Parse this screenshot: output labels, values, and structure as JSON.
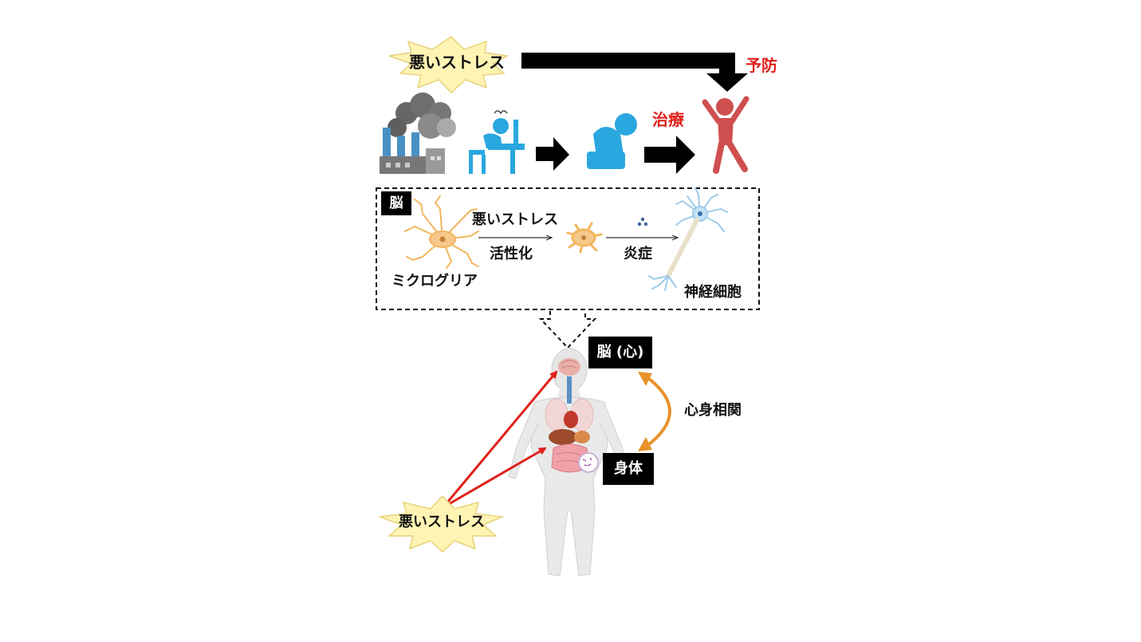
{
  "stress_label": "悪いストレス",
  "prevention_label": "予防",
  "treatment_label": "治療",
  "brain_box": {
    "tag": "脳",
    "microglia": "ミクログリア",
    "stress": "悪いストレス",
    "activation": "活性化",
    "inflammation": "炎症",
    "neuron": "神経細胞"
  },
  "body_section": {
    "brain_mind": "脳 (心)",
    "body": "身体",
    "mind_body": "心身相関",
    "stress": "悪いストレス"
  },
  "colors": {
    "stress_fill": "#fff4b3",
    "stress_stroke": "#e8d27a",
    "person_blue": "#2aa7df",
    "person_red": "#cf4f4f",
    "accent_red": "#e0201b",
    "orange_arrow": "#e8922a",
    "microglia": "#f2b65e",
    "neuron": "#9fcbe8"
  },
  "icons": [
    "factory-icon",
    "stressed-worker-icon",
    "depressed-person-icon",
    "energetic-person-icon",
    "microglia-icon",
    "activated-microglia-icon",
    "neuron-icon",
    "human-body-icon"
  ]
}
